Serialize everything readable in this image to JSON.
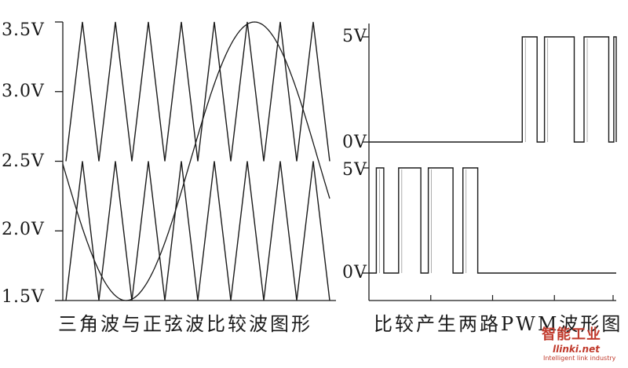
{
  "left_chart": {
    "y_tick_labels": [
      "3.5V",
      "3.0V",
      "2.5V",
      "2.0V",
      "1.5V"
    ],
    "caption": "三角波与正弦波比较波图形"
  },
  "right_chart": {
    "upper_labels": {
      "high": "5V",
      "low": "0V"
    },
    "lower_labels": {
      "high": "5V",
      "low": "0V"
    },
    "caption": "比较产生两路PWM波形图"
  },
  "watermark": {
    "brand": "智能工业",
    "site": "llinki.net",
    "tagline": "Intelligent link industry",
    "color": "#c0392b"
  },
  "chart_data": [
    {
      "type": "line",
      "ylim": [
        1.5,
        3.5
      ],
      "y_ticks": [
        3.5,
        3.0,
        2.5,
        2.0,
        1.5
      ],
      "series": [
        {
          "kind": "triangle",
          "min": 2.5,
          "max": 3.5,
          "cycles": 8
        },
        {
          "kind": "triangle",
          "min": 1.5,
          "max": 2.5,
          "cycles": 8
        },
        {
          "kind": "sine",
          "min": 1.5,
          "max": 3.5,
          "cycles": 1
        }
      ]
    },
    {
      "type": "line",
      "levels": [
        0,
        5
      ],
      "series": [
        {
          "kind": "pwm",
          "pulses": [
            [
              0.62,
              0.68
            ],
            [
              0.71,
              0.83
            ],
            [
              0.87,
              0.97
            ],
            [
              0.99,
              1.02
            ]
          ]
        },
        {
          "kind": "pwm",
          "pulses": [
            [
              0.03,
              0.06
            ],
            [
              0.12,
              0.21
            ],
            [
              0.24,
              0.34
            ],
            [
              0.38,
              0.44
            ]
          ]
        }
      ]
    }
  ]
}
